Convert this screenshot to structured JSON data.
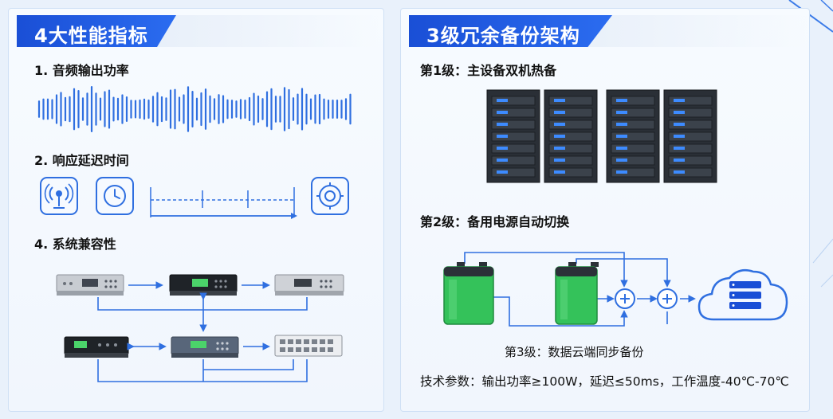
{
  "left": {
    "title": "4大性能指标",
    "sections": [
      {
        "label": "1. 音频输出功率"
      },
      {
        "label": "2. 响应延迟时间"
      },
      {
        "label": "4. 系统兼容性"
      }
    ],
    "icons": [
      "antenna-signal-icon",
      "clock-icon",
      "target-dial-icon"
    ]
  },
  "right": {
    "title": "3级冗余备份架构",
    "levels": [
      {
        "label": "第1级：主设备双机热备"
      },
      {
        "label": "第2级：备用电源自动切换"
      },
      {
        "label": "第3级：数据云端同步备份"
      }
    ],
    "specs": "技术参数：输出功率≥100W，延迟≤50ms，工作温度-40℃-70℃"
  },
  "colors": {
    "accent": "#1a4fd6",
    "line_blue": "#2f6fe0",
    "battery_green": "#34c25a",
    "server_dark": "#2a2f36"
  }
}
